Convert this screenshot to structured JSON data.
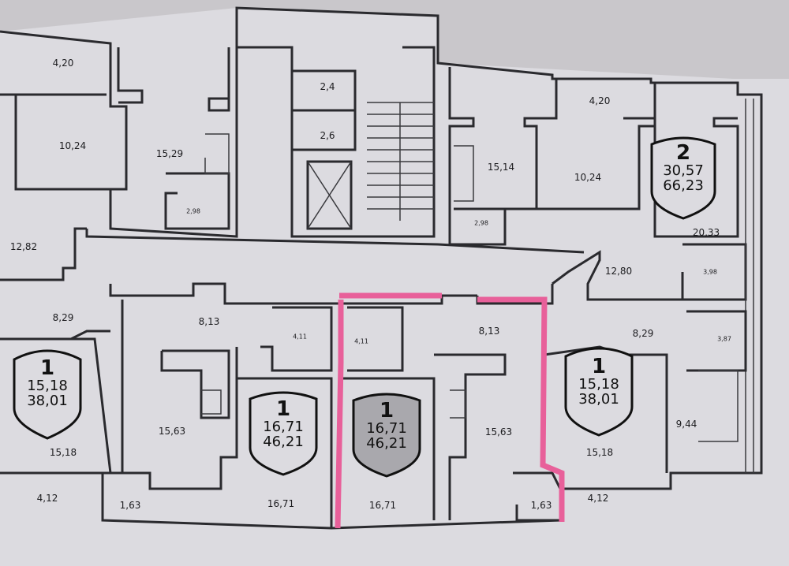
{
  "apartments": [
    {
      "id": "apt-left-1",
      "type": "1",
      "living": "15,18",
      "total": "38,01",
      "shaded": false
    },
    {
      "id": "apt-mid-left-1",
      "type": "1",
      "living": "16,71",
      "total": "46,21",
      "shaded": false
    },
    {
      "id": "apt-mid-right-1",
      "type": "1",
      "living": "16,71",
      "total": "46,21",
      "shaded": true
    },
    {
      "id": "apt-right-1",
      "type": "1",
      "living": "15,18",
      "total": "38,01",
      "shaded": false
    },
    {
      "id": "apt-top-right-2",
      "type": "2",
      "living": "30,57",
      "total": "66,23",
      "shaded": false
    }
  ],
  "rooms": [
    {
      "id": "r1",
      "value": "4,20",
      "size": "normal"
    },
    {
      "id": "r2",
      "value": "10,24",
      "size": "normal"
    },
    {
      "id": "r3",
      "value": "15,29",
      "size": "normal"
    },
    {
      "id": "r4",
      "value": "2,98",
      "size": "small"
    },
    {
      "id": "r5",
      "value": "12,82",
      "size": "normal"
    },
    {
      "id": "r6",
      "value": "2,4",
      "size": "normal"
    },
    {
      "id": "r7",
      "value": "2,6",
      "size": "normal"
    },
    {
      "id": "r8",
      "value": "15,14",
      "size": "normal"
    },
    {
      "id": "r9",
      "value": "2,98",
      "size": "small"
    },
    {
      "id": "r10",
      "value": "4,20",
      "size": "normal"
    },
    {
      "id": "r11",
      "value": "10,24",
      "size": "normal"
    },
    {
      "id": "r12",
      "value": "20,33",
      "size": "normal"
    },
    {
      "id": "r13",
      "value": "12,80",
      "size": "normal"
    },
    {
      "id": "r14",
      "value": "3,98",
      "size": "small"
    },
    {
      "id": "r15",
      "value": "8,29",
      "size": "normal"
    },
    {
      "id": "r16",
      "value": "8,13",
      "size": "normal"
    },
    {
      "id": "r17",
      "value": "4,11",
      "size": "small"
    },
    {
      "id": "r18",
      "value": "4,11",
      "size": "small"
    },
    {
      "id": "r19",
      "value": "8,13",
      "size": "normal"
    },
    {
      "id": "r20",
      "value": "8,29",
      "size": "normal"
    },
    {
      "id": "r21",
      "value": "3,87",
      "size": "small"
    },
    {
      "id": "r22",
      "value": "15,63",
      "size": "normal"
    },
    {
      "id": "r23",
      "value": "15,63",
      "size": "normal"
    },
    {
      "id": "r24",
      "value": "9,44",
      "size": "normal"
    },
    {
      "id": "r25",
      "value": "15,18",
      "size": "normal"
    },
    {
      "id": "r26",
      "value": "15,18",
      "size": "normal"
    },
    {
      "id": "r27",
      "value": "4,12",
      "size": "normal"
    },
    {
      "id": "r28",
      "value": "1,63",
      "size": "normal"
    },
    {
      "id": "r29",
      "value": "16,71",
      "size": "normal"
    },
    {
      "id": "r30",
      "value": "16,71",
      "size": "normal"
    },
    {
      "id": "r31",
      "value": "1,63",
      "size": "normal"
    },
    {
      "id": "r32",
      "value": "4,12",
      "size": "normal"
    }
  ],
  "colors": {
    "wall": "#2a2a2e",
    "paper": "#dcdbe0",
    "highlight": "#e8609a",
    "badge_fill": "#dcdbe0",
    "badge_fill_shaded": "#a9a8ad"
  }
}
